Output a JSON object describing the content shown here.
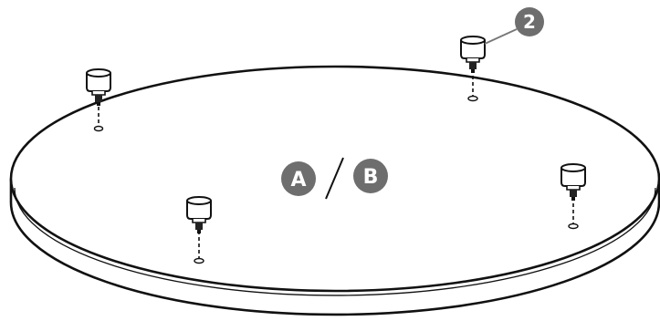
{
  "diagram": {
    "callout_number": "2",
    "part_labels": [
      "A",
      "B"
    ],
    "colors": {
      "stroke": "#111111",
      "badge_fill": "#6e6e6e",
      "background": "#ffffff"
    },
    "icons": [
      "round-tabletop-icon",
      "adjustable-foot-glide-icon",
      "screw-hole-icon"
    ]
  }
}
